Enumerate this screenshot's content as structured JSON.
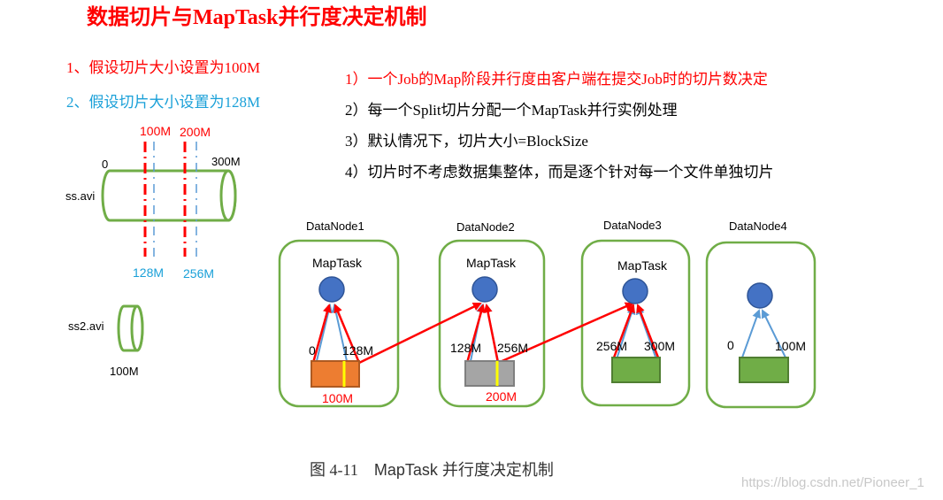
{
  "title": "数据切片与MapTask并行度决定机制",
  "cases": [
    "1、假设切片大小设置为100M",
    "2、假设切片大小设置为128M"
  ],
  "rules": [
    "1）一个Job的Map阶段并行度由客户端在提交Job时的切片数决定",
    "2）每一个Split切片分配一个MapTask并行实例处理",
    "3）默认情况下，切片大小=BlockSize",
    "4）切片时不考虑数据集整体，而是逐个针对每一个文件单独切片"
  ],
  "file1": {
    "name": "ss.avi",
    "start": "0",
    "end": "300M",
    "cuts_100": [
      "100M",
      "200M"
    ],
    "cuts_128": [
      "128M",
      "256M"
    ]
  },
  "file2": {
    "name": "ss2.avi",
    "size": "100M"
  },
  "nodes": [
    {
      "name": "DataNode1",
      "task": "MapTask",
      "left_label": "0",
      "right_label": "128M",
      "bottom_label": "100M"
    },
    {
      "name": "DataNode2",
      "task": "MapTask",
      "left_label": "128M",
      "right_label": "256M",
      "bottom_label": "200M"
    },
    {
      "name": "DataNode3",
      "task": "MapTask",
      "left_label": "256M",
      "right_label": "300M",
      "bottom_label": ""
    },
    {
      "name": "DataNode4",
      "task": "",
      "left_label": "0",
      "right_label": "100M",
      "bottom_label": ""
    }
  ],
  "caption": {
    "number": "图 4-11",
    "text": "MapTask 并行度决定机制"
  },
  "watermark": "https://blog.csdn.net/Pioneer_1",
  "colors": {
    "red": "#ff0000",
    "blue": "#1aa0d8",
    "green": "#70ad47",
    "node_blue": "#4472c4",
    "orange": "#ed7d31",
    "gray": "#a5a5a5",
    "yellow": "#ffff00"
  }
}
